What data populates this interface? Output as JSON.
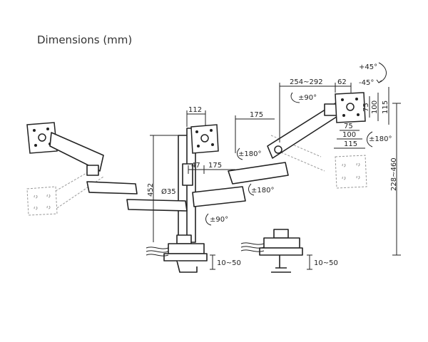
{
  "title": "Dimensions (mm)",
  "dimensions": {
    "pole_spacing": "112",
    "pole_diameter": "Ø35",
    "pole_height": "452",
    "arm_segment_a": "47",
    "arm_segment_b": "175",
    "arm_segment_c": "175",
    "arm_reach_range": "254~292",
    "arm_end": "62",
    "height_range": "228~460",
    "clamp_thickness_1": "10~50",
    "clamp_thickness_2": "10~50",
    "vesa_75_h": "75",
    "vesa_100_h": "100",
    "vesa_115_h": "115",
    "vesa_75_w": "75",
    "vesa_100_w": "100",
    "vesa_115_w": "115"
  },
  "rotations": {
    "tilt_up": "+45°",
    "tilt_down": "-45°",
    "swivel_top": "±90°",
    "swivel_right": "±180°",
    "joint_upper": "±180°",
    "joint_mid": "±180°",
    "joint_base": "±90°"
  }
}
